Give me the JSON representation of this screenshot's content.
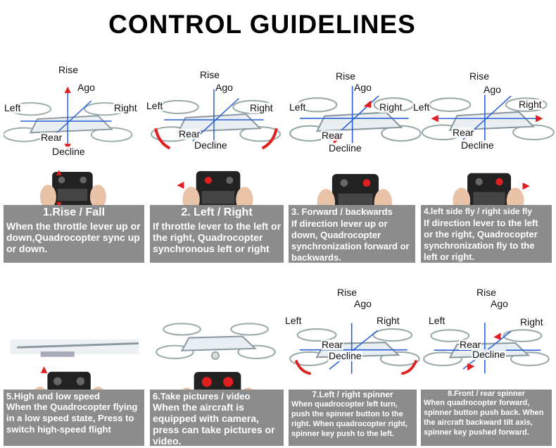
{
  "title": "CONTROL GUIDELINES",
  "labels": {
    "rise": "Rise",
    "ago": "Ago",
    "left": "Left",
    "right": "Right",
    "rear": "Rear",
    "decline": "Decline"
  },
  "panels": [
    {
      "title": "1.Rise / Fall",
      "body": "When the throttle lever up or down,Quadrocopter sync up or down."
    },
    {
      "title": "2. Left / Right",
      "body": "If throttle lever to the left or the right, Quadrocopter synchronous left or right"
    },
    {
      "title": "3. Forward / backwards",
      "body": "If direction lever up or down, Quadrocopter synchronization forward or backwards."
    },
    {
      "title": "4.left side fly / right side fly",
      "body": "If direction lever to the left or the right, Quadrocopter synchronization fly to the left or right."
    },
    {
      "title": "5.High and low speed",
      "body": "When the Quadrocopter flying in a low speed state, Press to switch high-speed flight"
    },
    {
      "title": "6.Take pictures / video",
      "body": "When the aircraft is equipped with camera, press can take pictures or video."
    },
    {
      "title": "7.Left / right spinner",
      "body": "When quadrocopter left turn, push the spinner button to the right. When quadrocopter right, spinner key push to the left."
    },
    {
      "title": "8.Front / rear spinner",
      "body": "When quadrocopter forward, spinner button push back. When the aircraft backward tilt axis, spinner key pushed forward."
    }
  ],
  "colors": {
    "caption_bg": "#8c8c8c",
    "arrow": "#e02020",
    "axis": "#2a5fd6"
  }
}
